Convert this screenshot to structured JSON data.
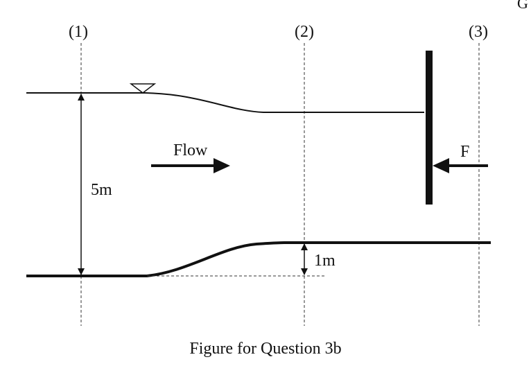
{
  "corner_text": "G",
  "sections": {
    "s1": "(1)",
    "s2": "(2)",
    "s3": "(3)"
  },
  "flow_label": "Flow",
  "force_label": "F",
  "depth_label": "5m",
  "step_label": "1m",
  "caption": "Figure for Question 3b"
}
